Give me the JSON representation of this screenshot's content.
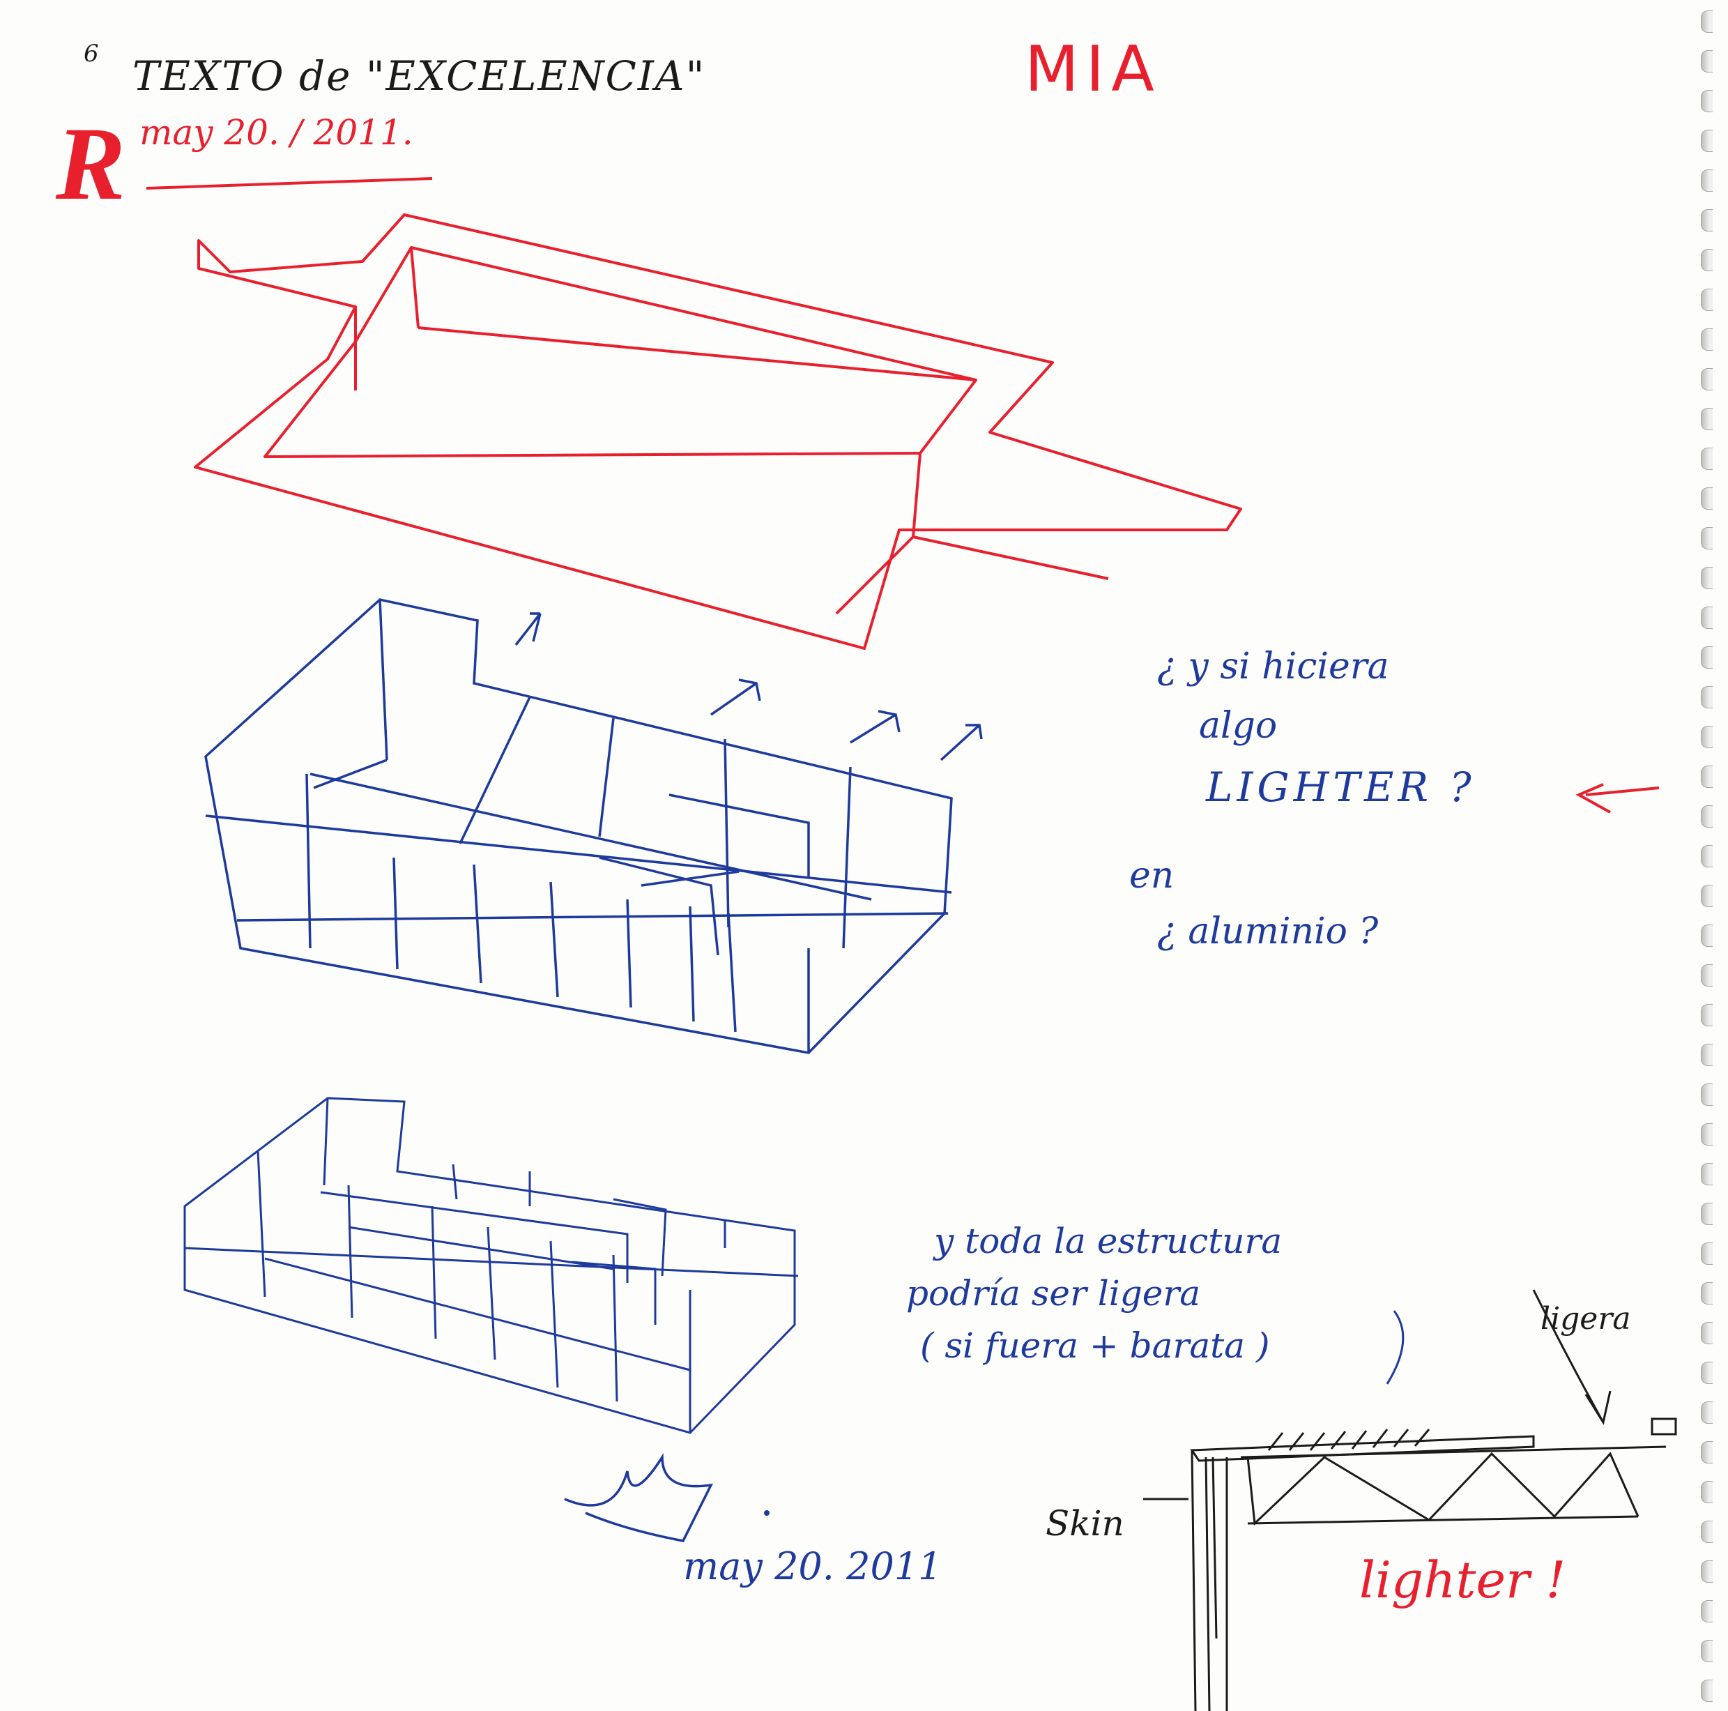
{
  "header": {
    "page_number": "6",
    "title": "TEXTO de \"EXCELENCIA\"",
    "tag": "MIA",
    "initial": "R",
    "date_top": "may 20. / 2011."
  },
  "notes": {
    "question_lines": [
      "¿ y si hiciera",
      "algo",
      "LIGHTER ?"
    ],
    "en": "en",
    "aluminio": "¿ aluminio ?",
    "structure_lines": [
      "y toda la estructura",
      "podría ser ligera",
      "( si fuera + barata )"
    ],
    "ligera": "ligera",
    "skin": "Skin",
    "lighter_exclaim": "lighter !",
    "date_bottom": "may 20. 2011"
  },
  "colors": {
    "red_ink": "#e8202e",
    "blue_ink": "#1d3a9c",
    "black_ink": "#1b1b1b",
    "paper": "#fdfdfb"
  }
}
